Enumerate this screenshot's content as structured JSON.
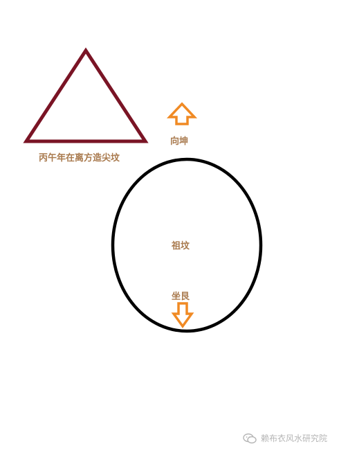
{
  "labels": {
    "triangle": "丙午年在离方造尖坟",
    "facing": "向坤",
    "tomb": "祖坟",
    "sitting": "坐艮"
  },
  "watermark": {
    "text": "赖布衣风水研究院",
    "icon": "wechat-icon"
  },
  "colors": {
    "triangle": "#7a1425",
    "ellipse": "#000000",
    "arrows": "#f08a24",
    "label_text": "#a97a4e",
    "watermark": "#b5b5b5"
  }
}
